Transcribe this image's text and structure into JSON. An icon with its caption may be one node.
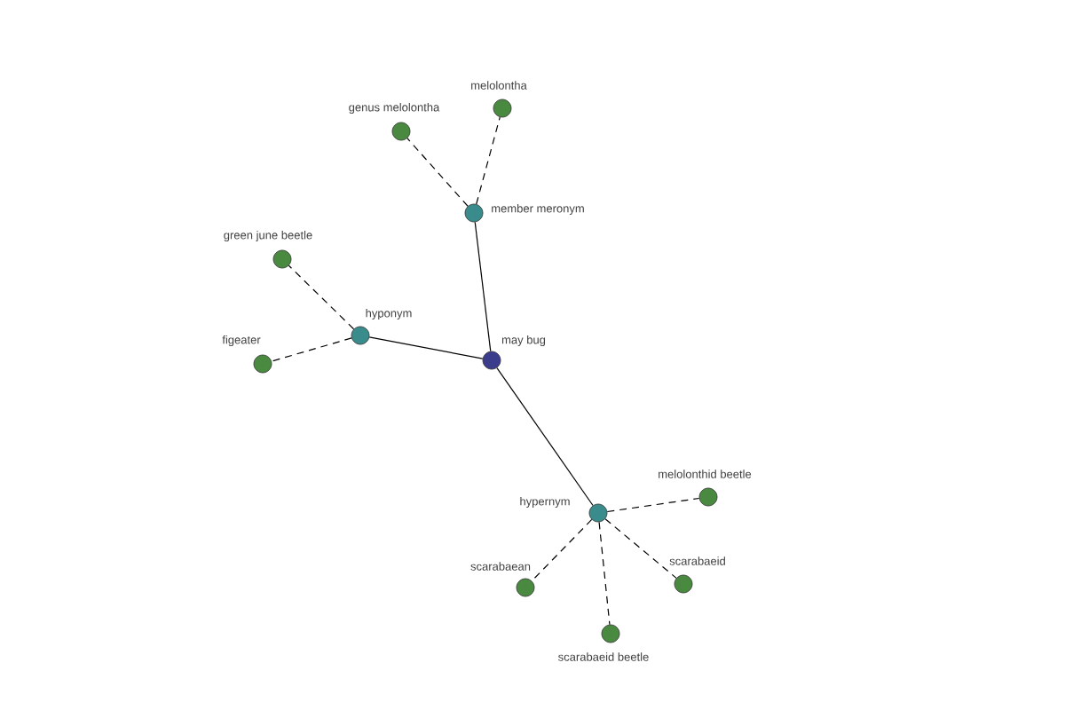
{
  "diagram": {
    "nodes": [
      {
        "text": [
          "may bug"
        ]
      },
      {
        "text": [
          "member meronym"
        ]
      },
      {
        "text": [
          "genus melolontha"
        ]
      },
      {
        "text": [
          "melolontha"
        ]
      },
      {
        "text": [
          "hyponym"
        ]
      },
      {
        "text": [
          "green june beetle"
        ]
      },
      {
        "text": [
          "figeater"
        ]
      },
      {
        "text": [
          "hypernym"
        ]
      },
      {
        "text": [
          "melolonthid beetle"
        ]
      },
      {
        "text": [
          "scarabaean"
        ]
      },
      {
        "text": [
          "scarabaeid beetle"
        ]
      },
      {
        "text": [
          "scarabaeid"
        ]
      }
    ],
    "edges": [
      {
        "from": 0,
        "to": 1,
        "arrow": "none"
      },
      {
        "from": 0,
        "to": 4,
        "arrow": "none"
      },
      {
        "from": 0,
        "to": 7,
        "arrow": "none"
      },
      {
        "from": 1,
        "to": 2,
        "arrow": "none",
        "style": "dashed"
      },
      {
        "from": 1,
        "to": 3,
        "arrow": "none",
        "style": "dashed"
      },
      {
        "from": 4,
        "to": 5,
        "arrow": "none",
        "style": "dashed"
      },
      {
        "from": 4,
        "to": 6,
        "arrow": "none",
        "style": "dashed"
      },
      {
        "from": 7,
        "to": 8,
        "arrow": "none",
        "style": "dashed"
      },
      {
        "from": 7,
        "to": 9,
        "arrow": "none",
        "style": "dashed"
      },
      {
        "from": 7,
        "to": 10,
        "arrow": "none",
        "style": "dashed"
      },
      {
        "from": 7,
        "to": 11,
        "arrow": "none",
        "style": "dashed"
      }
    ]
  }
}
